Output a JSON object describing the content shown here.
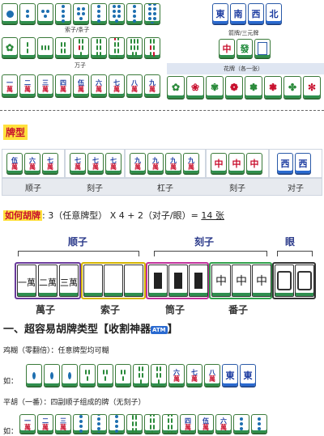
{
  "top": {
    "suozi_label": "索子/条子",
    "wanzi_label": "万子",
    "jianpai_label": "箭牌/三元牌",
    "huapai_label": "花牌（各一张）",
    "winds": [
      "東",
      "南",
      "西",
      "北"
    ],
    "dragons_red": "中",
    "dragons_green": "發",
    "wan_numbers": [
      "一",
      "二",
      "三",
      "四",
      "伍",
      "六",
      "七",
      "八",
      "九"
    ],
    "wan_char": "萬"
  },
  "section1": {
    "title": "牌型",
    "headers": [
      "顺子",
      "刻子",
      "杠子",
      "刻子",
      "对子"
    ]
  },
  "formula": {
    "prefix": "如何胡牌",
    "text": ": 3（任意牌型） X 4 + 2（对子/眼）= ",
    "result": "14 张"
  },
  "diagram": {
    "labels_top": [
      "顺子",
      "刻子",
      "眼"
    ],
    "labels_bottom": [
      "萬子",
      "索子",
      "筒子",
      "番子"
    ],
    "wan_numbers": [
      "一",
      "二",
      "三"
    ],
    "wan_char": "萬",
    "red_char": "中",
    "colors": {
      "wan": "#6a3a9a",
      "suo": "#d4b400",
      "tong": "#c0309a",
      "fan": "#2fa04a",
      "eye": "#333333"
    }
  },
  "section2": {
    "heading": "一、超容易胡牌类型【收割神器",
    "atm": "ATM",
    "heading_end": "】",
    "item1_title": "鸡糊（零翻倍）：任意牌型均可糊",
    "item1_prefix": "如：",
    "item2_title": "平胡（一番）：四副顺子组成的牌（无刻子）",
    "item2_prefix": "如："
  },
  "example1": {
    "honor_tiles": [
      "東",
      "東"
    ],
    "wan_tiles": [
      "六",
      "七",
      "八"
    ]
  }
}
